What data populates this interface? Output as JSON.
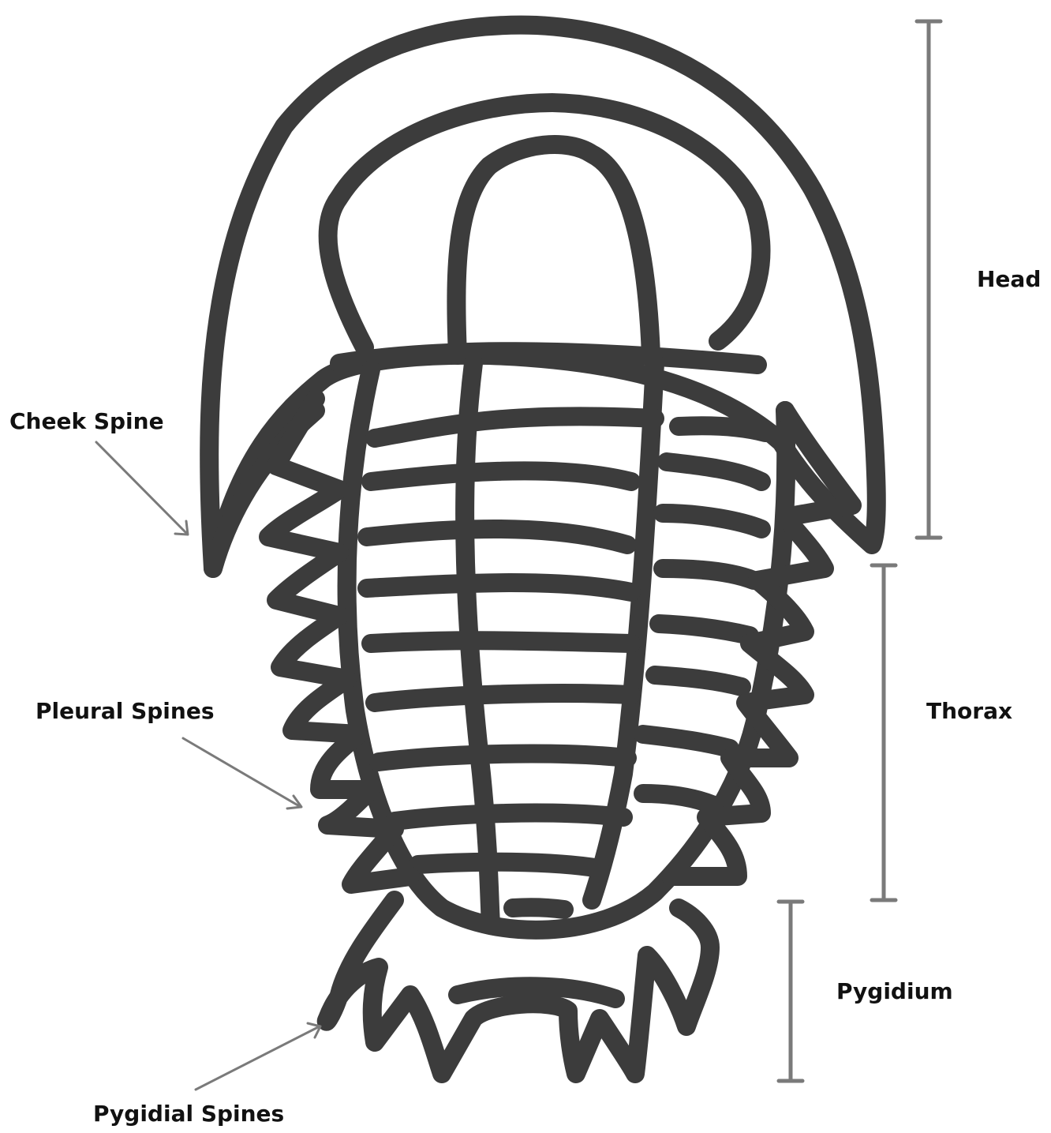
{
  "labels": {
    "head": "Head",
    "thorax": "Thorax",
    "pygidium": "Pygidium",
    "cheek_spine": "Cheek Spine",
    "pleural_spines": "Pleural Spines",
    "pygidial_spines": "Pygidial Spines"
  },
  "colors": {
    "ink": "#3c3c3c",
    "pointer": "#7a7a7a",
    "background": "#ffffff"
  }
}
